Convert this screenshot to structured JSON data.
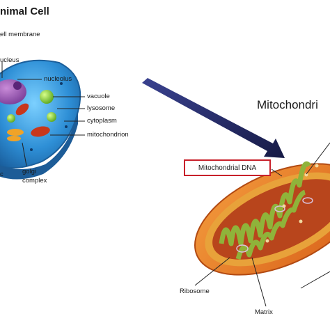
{
  "left_panel": {
    "title": "nimal Cell",
    "subtitle": "ell membrane",
    "labels": {
      "nucleus": "ucleus",
      "nucleolus": "nucleolus",
      "vacuole": "vacuole",
      "lysosome": "lysosome",
      "cytoplasm": "cytoplasm",
      "mitochondrion": "mitochondrion",
      "golgi_line1": "golgi",
      "golgi_line2": "complex",
      "edge_c": "c"
    }
  },
  "right_panel": {
    "title": "Mitochondri",
    "dna_label": "Mitochondrial DNA",
    "ribosome": "Ribosome",
    "matrix": "Matrix"
  },
  "colors": {
    "cell_blue": "#2e8fd6",
    "arrow_navy": "#232a63",
    "mito_orange": "#e4761f",
    "mito_inner": "#b8451c",
    "dna_border": "#c8202a"
  }
}
